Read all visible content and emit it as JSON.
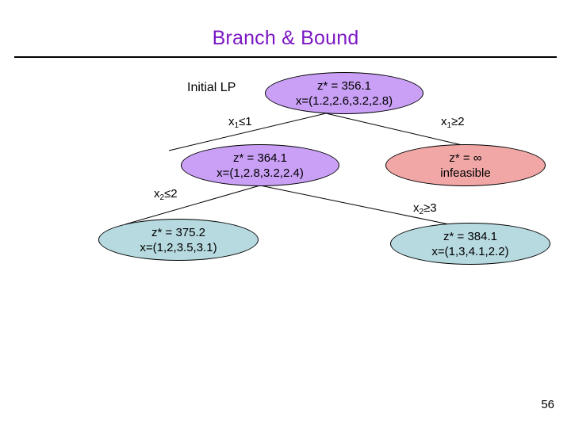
{
  "slide": {
    "title": "Branch & Bound",
    "page_number": "56",
    "title_color": "#7B18C4"
  },
  "labels": {
    "initial_lp": "Initial LP",
    "x1_le_1_prefix": "x",
    "x1_le_1_sub": "1",
    "x1_le_1_suffix": "≤1",
    "x1_ge_2_prefix": "x",
    "x1_ge_2_sub": "1",
    "x1_ge_2_suffix": "≥2",
    "x2_le_2_prefix": "x",
    "x2_le_2_sub": "2",
    "x2_le_2_suffix": "≤2",
    "x2_ge_3_prefix": "x",
    "x2_ge_3_sub": "2",
    "x2_ge_3_suffix": "≥3"
  },
  "nodes": {
    "root": {
      "objective": "z* = 356.1",
      "solution": "x=(1.2,2.6,3.2,2.8)",
      "fill": "#C9A0F5"
    },
    "x1_le_1": {
      "objective": "z* = 364.1",
      "solution": "x=(1,2.8,3.2,2.4)",
      "fill": "#C9A0F5"
    },
    "x1_ge_2": {
      "objective": "z* = ∞",
      "solution": "infeasible",
      "fill": "#F2A7A7"
    },
    "x2_le_2": {
      "objective": "z* = 375.2",
      "solution": "x=(1,2,3.5,3.1)",
      "fill": "#B7DAE0"
    },
    "x2_ge_3": {
      "objective": "z* = 384.1",
      "solution": "x=(1,3,4.1,2.2)",
      "fill": "#B7DAE0"
    }
  }
}
